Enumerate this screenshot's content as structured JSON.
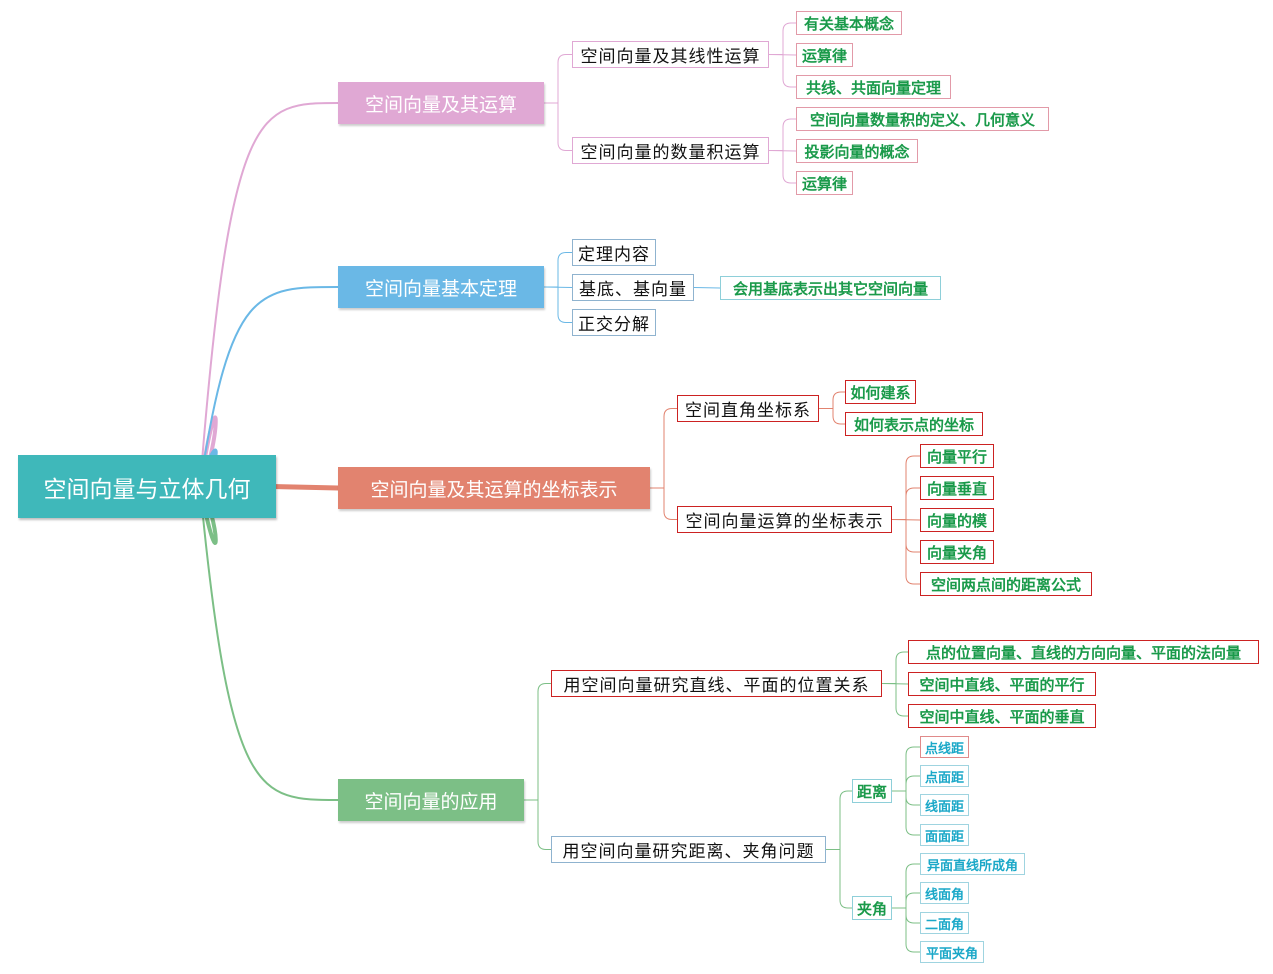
{
  "root": {
    "label": "空间向量与立体几何"
  },
  "branches": [
    {
      "label": "空间向量及其运算",
      "color": "#e0a8d4",
      "children": [
        {
          "label": "空间向量及其线性运算",
          "leaves": [
            "有关基本概念",
            "运算律",
            "共线、共面向量定理"
          ]
        },
        {
          "label": "空间向量的数量积运算",
          "leaves": [
            "空间向量数量积的定义、几何意义",
            "投影向量的概念",
            "运算律"
          ]
        }
      ]
    },
    {
      "label": "空间向量基本定理",
      "color": "#6ab8e6",
      "children": [
        {
          "label": "定理内容"
        },
        {
          "label": "基底、基向量",
          "leaves": [
            "会用基底表示出其它空间向量"
          ]
        },
        {
          "label": "正交分解"
        }
      ]
    },
    {
      "label": "空间向量及其运算的坐标表示",
      "color": "#e2836f",
      "children": [
        {
          "label": "空间直角坐标系",
          "leaves": [
            "如何建系",
            "如何表示点的坐标"
          ]
        },
        {
          "label": "空间向量运算的坐标表示",
          "leaves": [
            "向量平行",
            "向量垂直",
            "向量的模",
            "向量夹角",
            "空间两点间的距离公式"
          ]
        }
      ]
    },
    {
      "label": "空间向量的应用",
      "color": "#7cbf86",
      "children": [
        {
          "label": "用空间向量研究直线、平面的位置关系",
          "leaves": [
            "点的位置向量、直线的方向向量、平面的法向量",
            "空间中直线、平面的平行",
            "空间中直线、平面的垂直"
          ]
        },
        {
          "label": "用空间向量研究距离、夹角问题",
          "groups": [
            {
              "label": "距离",
              "items": [
                "点线距",
                "点面距",
                "线面距",
                "面面距"
              ]
            },
            {
              "label": "夹角",
              "items": [
                "异面直线所成角",
                "线面角",
                "二面角",
                "平面夹角"
              ]
            }
          ]
        }
      ]
    }
  ]
}
